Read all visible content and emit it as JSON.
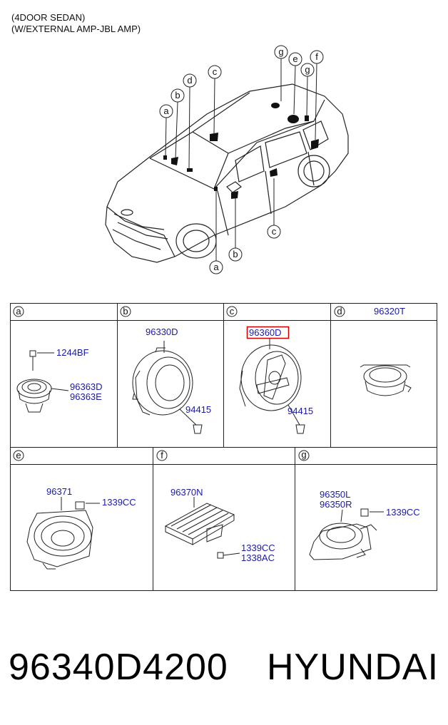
{
  "header": {
    "line1": "(4DOOR SEDAN)",
    "line2": "(W/EXTERNAL AMP-JBL AMP)"
  },
  "car_callouts": [
    "a",
    "b",
    "c",
    "d",
    "e",
    "f",
    "g"
  ],
  "panels": {
    "a": {
      "letter": "a",
      "parts": [
        "1244BF",
        "96363D",
        "96363E"
      ]
    },
    "b": {
      "letter": "b",
      "parts": [
        "96330D",
        "94415"
      ]
    },
    "c": {
      "letter": "c",
      "parts": [
        "96360D",
        "94415"
      ]
    },
    "d": {
      "letter": "d",
      "parts": [
        "96320T"
      ]
    },
    "e": {
      "letter": "e",
      "parts": [
        "96371",
        "1339CC"
      ]
    },
    "f": {
      "letter": "f",
      "parts": [
        "96370N",
        "1339CC",
        "1338AC"
      ]
    },
    "g": {
      "letter": "g",
      "parts": [
        "96350L",
        "96350R",
        "1339CC"
      ]
    }
  },
  "footer": {
    "part_number": "96340D4200",
    "brand": "HYUNDAI"
  },
  "colors": {
    "label": "#1a1aa8",
    "highlight": "#cc0000",
    "line": "#222222"
  }
}
